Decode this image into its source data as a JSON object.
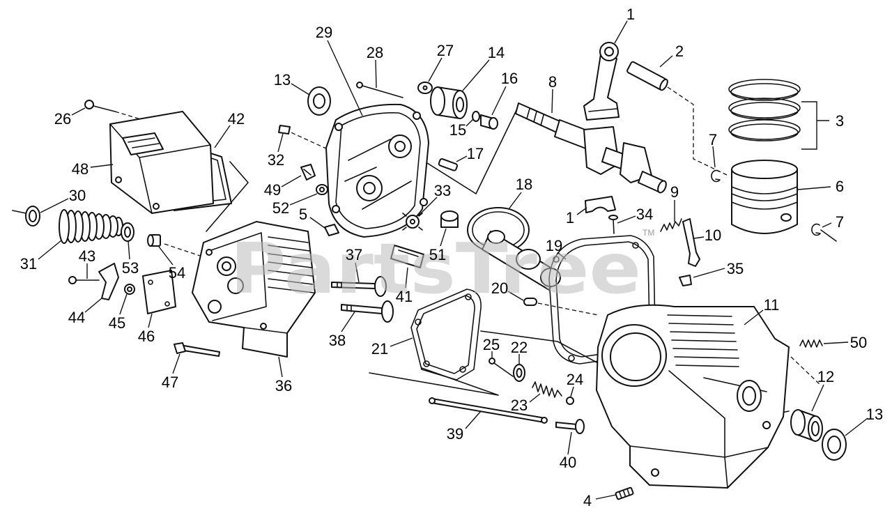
{
  "callouts": [
    "1",
    "2",
    "3",
    "6",
    "7",
    "7",
    "8",
    "9",
    "10",
    "35",
    "34",
    "1",
    "19",
    "11",
    "50",
    "12",
    "13",
    "4",
    "40",
    "39",
    "24",
    "23",
    "22",
    "25",
    "21",
    "20",
    "18",
    "51",
    "33",
    "41",
    "37",
    "38",
    "36",
    "47",
    "46",
    "45",
    "44",
    "43",
    "53",
    "54",
    "31",
    "30",
    "48",
    "26",
    "42",
    "32",
    "49",
    "52",
    "5",
    "13",
    "29",
    "28",
    "27",
    "14",
    "16",
    "15",
    "17"
  ],
  "watermark": {
    "text": "PartsTree",
    "mark": "TM"
  }
}
